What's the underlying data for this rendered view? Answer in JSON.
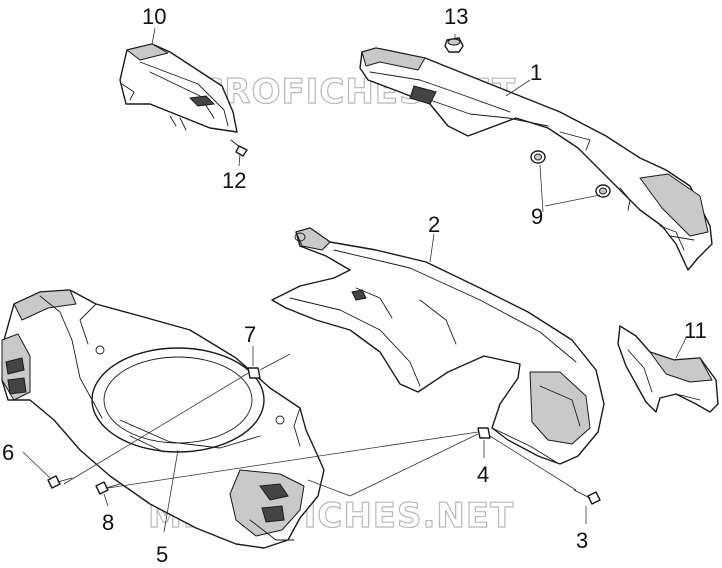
{
  "watermark": {
    "text_top": "MICROFICHES.NET",
    "text_bottom": "MICROFICHES.NET"
  },
  "callouts": {
    "c1": "1",
    "c2": "2",
    "c3": "3",
    "c4": "4",
    "c5": "5",
    "c6": "6",
    "c7": "7",
    "c8": "8",
    "c9": "9",
    "c10": "10",
    "c11": "11",
    "c12": "12",
    "c13": "13"
  }
}
